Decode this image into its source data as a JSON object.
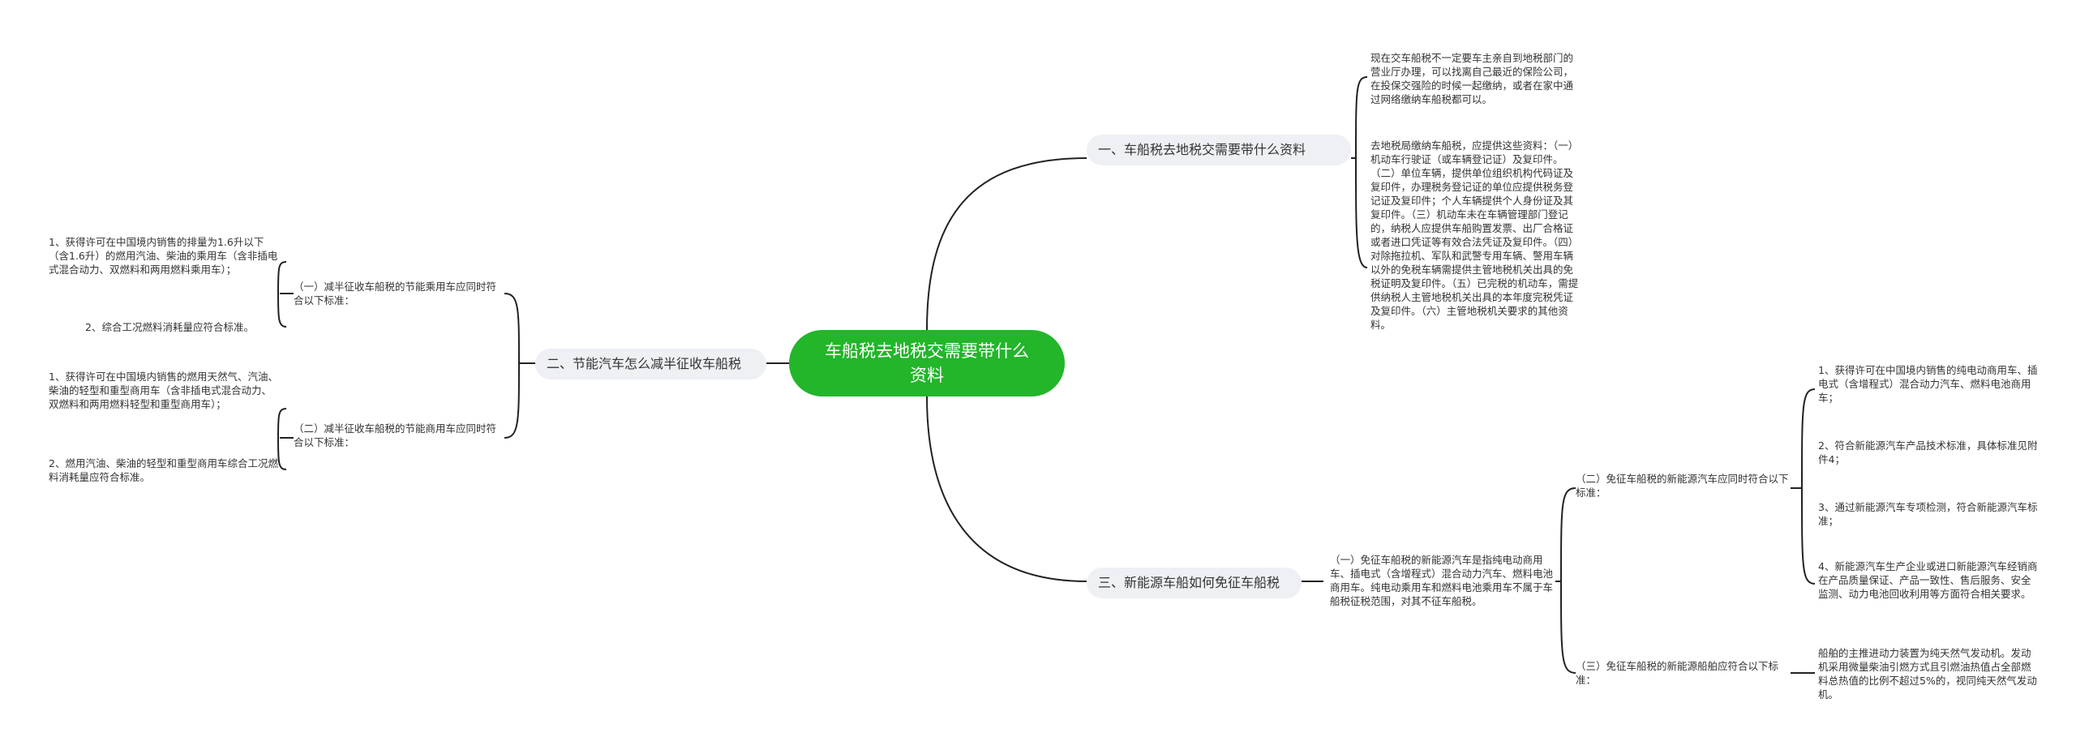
{
  "root": {
    "title": "车船税去地税交需要带什么资料"
  },
  "branches": [
    {
      "title": "一、车船税去地税交需要带什么资料",
      "leaves": [
        "现在交车船税不一定要车主亲自到地税部门的营业厅办理，可以找离自己最近的保险公司，在投保交强险的时候一起缴纳，或者在家中通过网络缴纳车船税都可以。",
        "去地税局缴纳车船税，应提供这些资料：（一）机动车行驶证（或车辆登记证）及复印件。（二）单位车辆，提供单位组织机构代码证及复印件，办理税务登记证的单位应提供税务登记证及复印件；个人车辆提供个人身份证及其复印件。（三）机动车未在车辆管理部门登记的，纳税人应提供车船购置发票、出厂合格证或者进口凭证等有效合法凭证及复印件。（四）对除拖拉机、军队和武警专用车辆、警用车辆以外的免税车辆需提供主管地税机关出具的免税证明及复印件。（五）已完税的机动车，需提供纳税人主管地税机关出具的本年度完税凭证及复印件。（六）主管地税机关要求的其他资料。"
      ]
    },
    {
      "title": "二、节能汽车怎么减半征收车船税",
      "subs": [
        {
          "title": "（一）减半征收车船税的节能乘用车应同时符合以下标准：",
          "leaves": [
            "1、获得许可在中国境内销售的排量为1.6升以下（含1.6升）的燃用汽油、柴油的乘用车（含非插电式混合动力、双燃料和两用燃料乘用车）；",
            "2、综合工况燃料消耗量应符合标准。"
          ]
        },
        {
          "title": "（二）减半征收车船税的节能商用车应同时符合以下标准：",
          "leaves": [
            "1、获得许可在中国境内销售的燃用天然气、汽油、柴油的轻型和重型商用车（含非插电式混合动力、双燃料和两用燃料轻型和重型商用车）；",
            "2、燃用汽油、柴油的轻型和重型商用车综合工况燃料消耗量应符合标准。"
          ]
        }
      ]
    },
    {
      "title": "三、新能源车船如何免征车船税",
      "mid": "（一）免征车船税的新能源汽车是指纯电动商用车、插电式（含增程式）混合动力汽车、燃料电池商用车。纯电动乘用车和燃料电池乘用车不属于车船税征税范围，对其不征车船税。",
      "subs": [
        {
          "title": "（二）免征车船税的新能源汽车应同时符合以下标准：",
          "leaves": [
            "1、获得许可在中国境内销售的纯电动商用车、插电式（含增程式）混合动力汽车、燃料电池商用车；",
            "2、符合新能源汽车产品技术标准，具体标准见附件4；",
            "3、通过新能源汽车专项检测，符合新能源汽车标准；",
            "4、新能源汽车生产企业或进口新能源汽车经销商在产品质量保证、产品一致性、售后服务、安全监测、动力电池回收利用等方面符合相关要求。"
          ]
        },
        {
          "title": "（三）免征车船税的新能源船舶应符合以下标准：",
          "leaves": [
            "船舶的主推进动力装置为纯天然气发动机。发动机采用微量柴油引燃方式且引燃油热值占全部燃料总热值的比例不超过5%的，视同纯天然气发动机。"
          ]
        }
      ]
    }
  ]
}
